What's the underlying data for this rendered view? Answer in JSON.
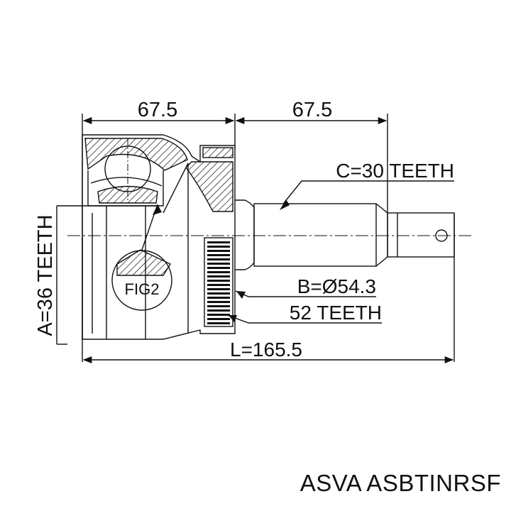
{
  "dimensions": {
    "left_length": "67.5",
    "right_length": "67.5",
    "outer_spline": "C=30 TEETH",
    "inner_spline": "A=36 TEETH",
    "abs_diameter": "B=Ø54.3",
    "abs_teeth": "52 TEETH",
    "total_length": "L=165.5",
    "figure_ref": "FIG2"
  },
  "caption": "ASVA ASBTINRSF",
  "colors": {
    "line": "#111111",
    "background": "#ffffff"
  }
}
